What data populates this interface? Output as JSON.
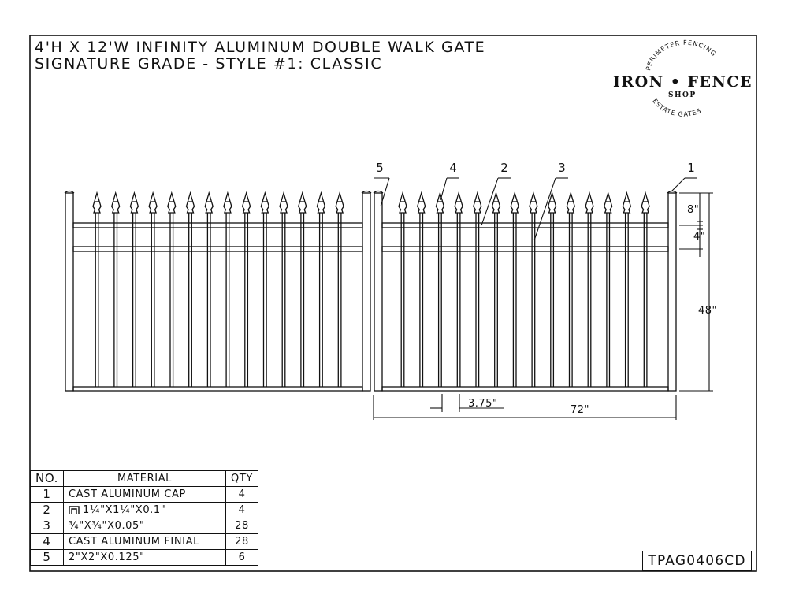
{
  "title": {
    "line1": "4'H X 12'W INFINITY ALUMINUM DOUBLE WALK GATE",
    "line2": "SIGNATURE GRADE - STYLE #1: CLASSIC"
  },
  "logo": {
    "arc_top": "PERIMETER FENCING",
    "name_part1": "IRON",
    "name_sep": "•",
    "name_part2": "FENCE",
    "sub": "SHOP",
    "arc_bottom": "ESTATE GATES"
  },
  "callouts": [
    "1",
    "2",
    "3",
    "4",
    "5"
  ],
  "dimensions": {
    "spear_height": "8\"",
    "rail_spacing": "4\"",
    "height": "48\"",
    "picket_spacing": "3.75\"",
    "leaf_width": "72\""
  },
  "bom": {
    "headers": {
      "no": "NO.",
      "material": "MATERIAL",
      "qty": "QTY"
    },
    "rows": [
      {
        "no": "1",
        "material": "CAST ALUMINUM CAP",
        "qty": "4"
      },
      {
        "no": "2",
        "material": "1¼\"X1¼\"X0.1\"",
        "qty": "4",
        "icon": "channel-icon"
      },
      {
        "no": "3",
        "material": "¾\"X¾\"X0.05\"",
        "qty": "28"
      },
      {
        "no": "4",
        "material": "CAST ALUMINUM FINIAL",
        "qty": "28"
      },
      {
        "no": "5",
        "material": "2\"X2\"X0.125\"",
        "qty": "6"
      }
    ]
  },
  "drawing_number": "TPAG0406CD",
  "colors": {
    "line": "#111111",
    "background": "#ffffff"
  }
}
